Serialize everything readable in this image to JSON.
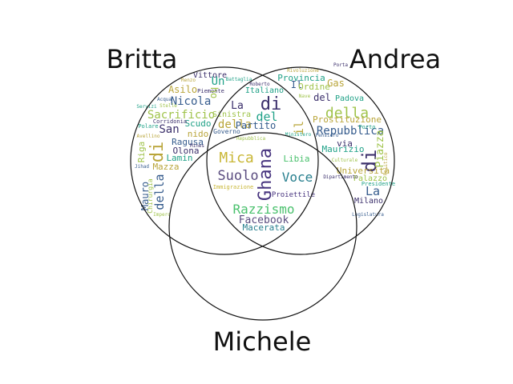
{
  "sets": [
    {
      "id": "britta",
      "label": "Britta"
    },
    {
      "id": "andrea",
      "label": "Andrea"
    },
    {
      "id": "michele",
      "label": "Michele"
    }
  ],
  "regions": {
    "britta_only": [
      {
        "text": "Vittore"
      },
      {
        "text": "Un"
      },
      {
        "text": "Asilo"
      },
      {
        "text": "Nicola"
      },
      {
        "text": "Sacrificio"
      },
      {
        "text": "San"
      },
      {
        "text": "Scudo"
      },
      {
        "text": "nido"
      },
      {
        "text": "Ragusa"
      },
      {
        "text": "Riga"
      },
      {
        "text": "Olona"
      },
      {
        "text": "Lamin"
      },
      {
        "text": "Mazza"
      },
      {
        "text": "Mauro"
      },
      {
        "text": "Chirurgia"
      },
      {
        "text": "Piemonte"
      },
      {
        "text": "Battaglia"
      },
      {
        "text": "Renzo"
      },
      {
        "text": "Acqua"
      },
      {
        "text": "Stelle"
      },
      {
        "text": "Corridonia"
      },
      {
        "text": "Polare"
      },
      {
        "text": "Avellino"
      },
      {
        "text": "Jihad"
      },
      {
        "text": "Impero"
      },
      {
        "text": "Mines"
      },
      {
        "text": "Servizi"
      },
      {
        "text": "di"
      },
      {
        "text": "della"
      },
      {
        "text": "ho"
      }
    ],
    "britta_andrea": [
      {
        "text": "di"
      },
      {
        "text": "del"
      },
      {
        "text": "della"
      },
      {
        "text": "Partito"
      },
      {
        "text": "Sinistra"
      },
      {
        "text": "La"
      },
      {
        "text": "Italiano"
      },
      {
        "text": "il"
      },
      {
        "text": "Governo"
      },
      {
        "text": "Repubblica"
      },
      {
        "text": "Roberto"
      },
      {
        "text": "Ministero"
      }
    ],
    "andrea_only": [
      {
        "text": "della"
      },
      {
        "text": "di"
      },
      {
        "text": "Provincia"
      },
      {
        "text": "Gas"
      },
      {
        "text": "Il"
      },
      {
        "text": "Ordine"
      },
      {
        "text": "del"
      },
      {
        "text": "Padova"
      },
      {
        "text": "Prostituzione"
      },
      {
        "text": "Repubblica"
      },
      {
        "text": "Piazza"
      },
      {
        "text": "via"
      },
      {
        "text": "Maurizio"
      },
      {
        "text": "Università"
      },
      {
        "text": "La"
      },
      {
        "text": "Palazzo"
      },
      {
        "text": "Milano"
      },
      {
        "text": "Porto"
      },
      {
        "text": "Rivoluzione"
      },
      {
        "text": "Pensiero"
      },
      {
        "text": "Culturale"
      },
      {
        "text": "Dipartimento"
      },
      {
        "text": "Presidente"
      },
      {
        "text": "Politico"
      },
      {
        "text": "Legislatura"
      },
      {
        "text": "Nave"
      },
      {
        "text": "Porta"
      },
      {
        "text": "Scavolini"
      }
    ],
    "all_three": [
      {
        "text": "Mica"
      },
      {
        "text": "Ghana"
      },
      {
        "text": "Libia"
      },
      {
        "text": "Suolo"
      },
      {
        "text": "Voce"
      },
      {
        "text": "Immigrazione"
      },
      {
        "text": "Proiettile"
      },
      {
        "text": "Razzismo"
      },
      {
        "text": "Facebook"
      },
      {
        "text": "Macerata"
      }
    ]
  },
  "colors": {
    "outline": "#111111",
    "background": "#ffffff",
    "palette": [
      "#3b2f6b",
      "#46337e",
      "#365c8d",
      "#277f8e",
      "#1fa187",
      "#4ac16d",
      "#9fc34a",
      "#c9b737",
      "#b9a53a",
      "#5a4c7f"
    ]
  }
}
